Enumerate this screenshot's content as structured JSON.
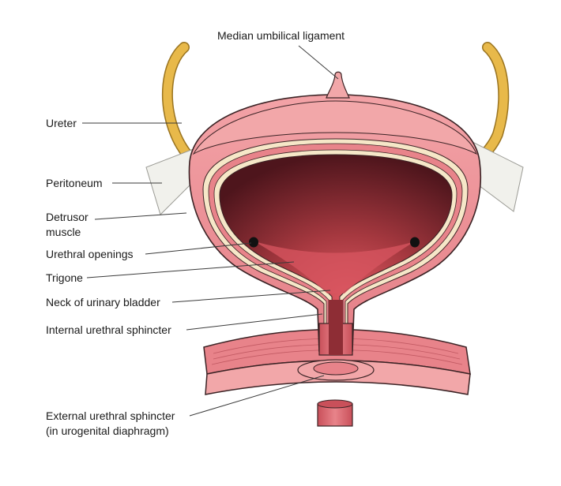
{
  "labels": {
    "median_umbilical_ligament": "Median umbilical ligament",
    "ureter": "Ureter",
    "peritoneum": "Peritoneum",
    "detrusor_line1": "Detrusor",
    "detrusor_line2": "muscle",
    "urethral_openings": "Urethral openings",
    "trigone": "Trigone",
    "neck_of_bladder": "Neck of urinary bladder",
    "internal_sphincter": "Internal urethral sphincter",
    "external_sphincter_line1": "External urethral sphincter",
    "external_sphincter_line2": "(in urogenital diaphragm)"
  },
  "colors": {
    "bladder_wall": "#e8838a",
    "bladder_wall_light": "#f2a7a9",
    "lumen_dark": "#5a1a22",
    "lumen_mid": "#a5383f",
    "lining_cream": "#f6e7c8",
    "ureter": "#e8b94a",
    "ureter_outline": "#9a7420",
    "peritoneum": "#f1f1ec",
    "outline": "#3b2325"
  }
}
